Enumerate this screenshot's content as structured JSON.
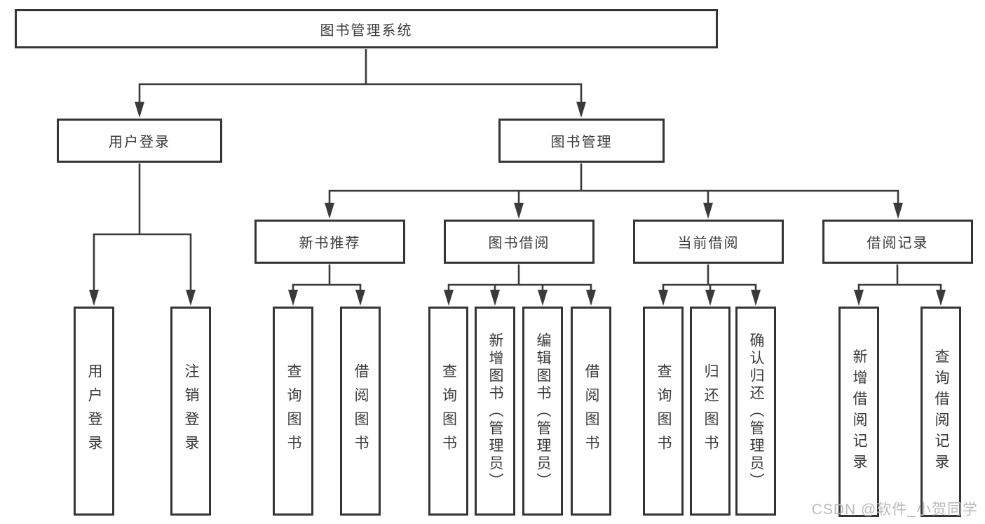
{
  "diagram": {
    "title": "图书管理系统",
    "level2": {
      "user_login": "用户登录",
      "book_mgmt": "图书管理"
    },
    "level3": {
      "new_book": "新书推荐",
      "book_borrow": "图书借阅",
      "current_borrow": "当前借阅",
      "borrow_record": "借阅记录"
    },
    "leaves": {
      "user_login": "用户登录",
      "logout": "注销登录",
      "newbook_query": "查询图书",
      "newbook_borrow": "借阅图书",
      "borrow_query": "查询图书",
      "borrow_add": "新增图书（管理员）",
      "borrow_edit": "编辑图书（管理员）",
      "borrow_borrow": "借阅图书",
      "current_query": "查询图书",
      "current_return": "归还图书",
      "current_confirm": "确认归还（管理员）",
      "record_add": "新增借阅记录",
      "record_query": "查询借阅记录"
    }
  },
  "watermark": "CSDN @软件_小贺同学",
  "colors": {
    "line": "#3a3a3a",
    "box_border": "#353535",
    "text": "#3a3a3a",
    "watermark": "#b7babf",
    "background": "#ffffff"
  }
}
